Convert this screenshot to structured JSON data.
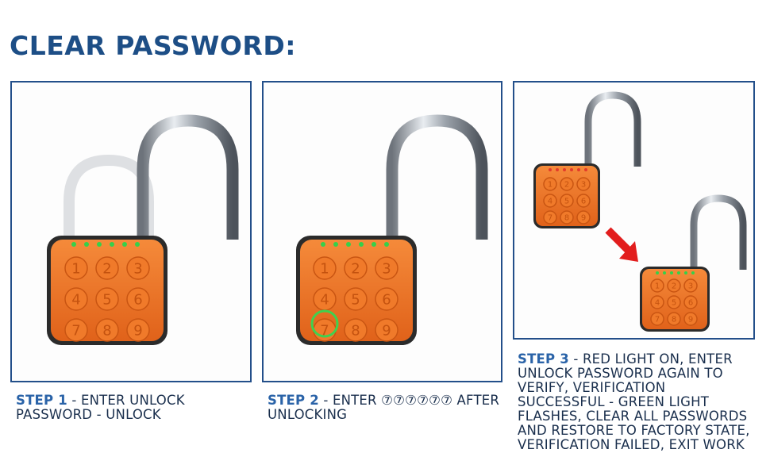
{
  "title": "CLEAR PASSWORD:",
  "keypad_digits": [
    "1",
    "2",
    "3",
    "4",
    "5",
    "6",
    "7",
    "8",
    "9"
  ],
  "colors": {
    "title": "#1d4e86",
    "panel_border": "#234f8a",
    "lock_body": "#f0731f",
    "led_green": "#35d04a",
    "led_red": "#e23b2b",
    "arrow": "#e21d1d"
  },
  "steps": [
    {
      "label": "STEP 1",
      "text": " - ENTER UNLOCK PASSWORD - UNLOCK"
    },
    {
      "label": "STEP 2",
      "text": " - ENTER ⑦⑦⑦⑦⑦⑦ AFTER UNLOCKING"
    },
    {
      "label": "STEP 3",
      "text": " - RED LIGHT ON, ENTER UNLOCK PASSWORD AGAIN TO VERIFY, VERIFICATION SUCCESSFUL - GREEN LIGHT FLASHES, CLEAR ALL PASSWORDS AND RESTORE TO FACTORY STATE, VERIFICATION FAILED, EXIT WORK"
    }
  ]
}
